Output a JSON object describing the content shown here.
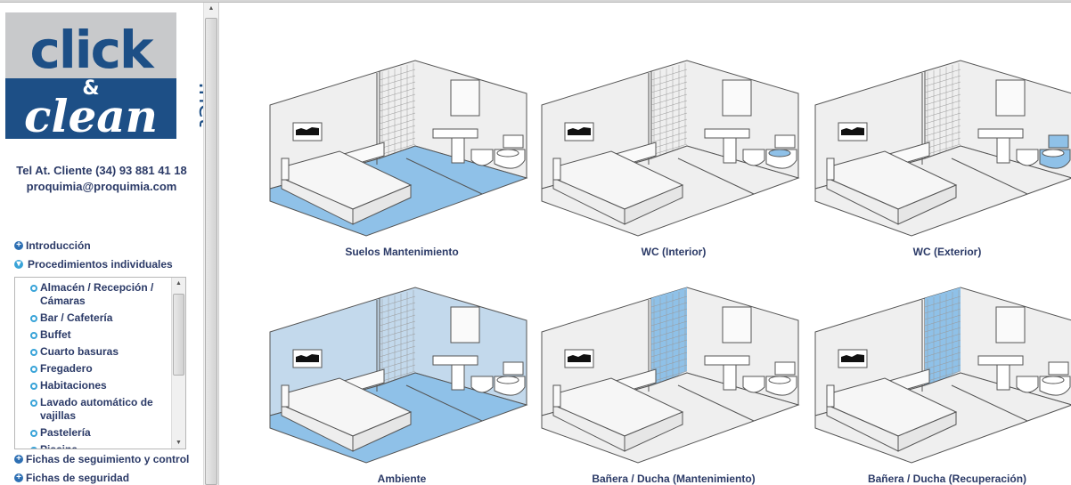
{
  "logo": {
    "line1": "click",
    "amp": "&",
    "line2": "clean",
    "tld": ".net"
  },
  "contact": {
    "phone": "Tel At. Cliente (34) 93 881 41 18",
    "email": "proquimia@proquimia.com"
  },
  "nav": {
    "intro": "Introducción",
    "procedures": "Procedimientos individuales",
    "procedure_items": [
      "Almacén / Recepción / Cámaras",
      "Bar / Cafetería",
      "Buffet",
      "Cuarto basuras",
      "Fregadero",
      "Habitaciones",
      "Lavado automático de vajillas",
      "Pastelería",
      "Piscina"
    ],
    "tracking": "Fichas de seguimiento y control",
    "safety": "Fichas de seguridad"
  },
  "colors": {
    "highlight": "#8fc1e8",
    "text": "#2b3a67",
    "logo_blue": "#1d4f86",
    "logo_gray": "#c8c9cb"
  },
  "cards": [
    {
      "label": "Suelos Mantenimiento",
      "highlight": "floor"
    },
    {
      "label": "WC (Interior)",
      "highlight": "wc-interior"
    },
    {
      "label": "WC (Exterior)",
      "highlight": "wc-exterior"
    },
    {
      "label": "Ambiente",
      "highlight": "ambient"
    },
    {
      "label": "Bañera / Ducha (Mantenimiento)",
      "highlight": "shower"
    },
    {
      "label": "Bañera / Ducha (Recuperación)",
      "highlight": "shower"
    }
  ]
}
